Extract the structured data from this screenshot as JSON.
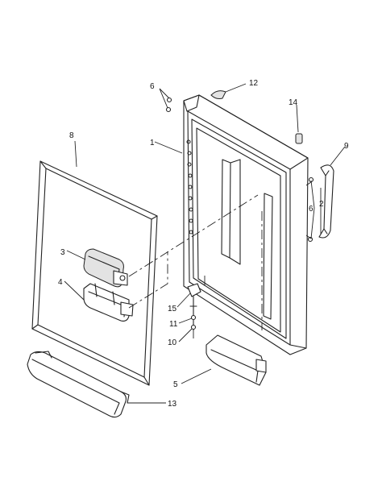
{
  "diagram": {
    "callouts": [
      {
        "id": "c1",
        "label": "1"
      },
      {
        "id": "c2",
        "label": "2"
      },
      {
        "id": "c3",
        "label": "3"
      },
      {
        "id": "c4",
        "label": "4"
      },
      {
        "id": "c5",
        "label": "5"
      },
      {
        "id": "c6a",
        "label": "6"
      },
      {
        "id": "c6b",
        "label": "6"
      },
      {
        "id": "c8",
        "label": "8"
      },
      {
        "id": "c9",
        "label": "9"
      },
      {
        "id": "c10",
        "label": "10"
      },
      {
        "id": "c11",
        "label": "11"
      },
      {
        "id": "c12",
        "label": "12"
      },
      {
        "id": "c13",
        "label": "13"
      },
      {
        "id": "c14",
        "label": "14"
      },
      {
        "id": "c15",
        "label": "15"
      }
    ]
  }
}
